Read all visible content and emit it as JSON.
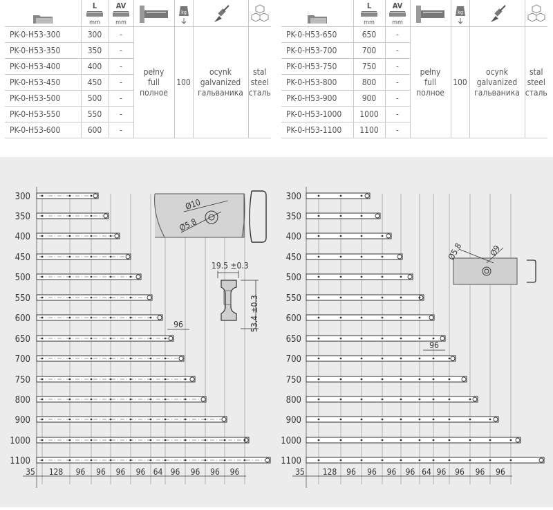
{
  "header": {
    "length_label": "L",
    "av_label": "AV",
    "mm_unit": "mm",
    "icons": [
      "folder-icon",
      "length-icon",
      "av-icon",
      "extension-icon",
      "load-kg-icon",
      "brush-icon",
      "boxes-icon"
    ],
    "kg_label": "kg"
  },
  "table_left": {
    "rows": [
      {
        "code": "PK-0-H53-300",
        "length": "300",
        "av": "-"
      },
      {
        "code": "PK-0-H53-350",
        "length": "350",
        "av": "-"
      },
      {
        "code": "PK-0-H53-400",
        "length": "400",
        "av": "-"
      },
      {
        "code": "PK-0-H53-450",
        "length": "450",
        "av": "-"
      },
      {
        "code": "PK-0-H53-500",
        "length": "500",
        "av": "-"
      },
      {
        "code": "PK-0-H53-550",
        "length": "550",
        "av": "-"
      },
      {
        "code": "PK-0-H53-600",
        "length": "600",
        "av": "-"
      }
    ],
    "extension": {
      "pl": "pełny",
      "en": "full",
      "ru": "полное"
    },
    "load": "100",
    "finish": {
      "pl": "ocynk",
      "en": "galvanized",
      "ru": "гальваника"
    },
    "material": {
      "pl": "stal",
      "en": "steel",
      "ru": "сталь"
    }
  },
  "table_right": {
    "rows": [
      {
        "code": "PK-0-H53-650",
        "length": "650",
        "av": "-"
      },
      {
        "code": "PK-0-H53-700",
        "length": "700",
        "av": "-"
      },
      {
        "code": "PK-0-H53-750",
        "length": "750",
        "av": "-"
      },
      {
        "code": "PK-0-H53-800",
        "length": "800",
        "av": "-"
      },
      {
        "code": "PK-0-H53-900",
        "length": "900",
        "av": "-"
      },
      {
        "code": "PK-0-H53-1000",
        "length": "1000",
        "av": "-"
      },
      {
        "code": "PK-0-H53-1100",
        "length": "1100",
        "av": "-"
      }
    ],
    "extension": {
      "pl": "pełny",
      "en": "full",
      "ru": "полное"
    },
    "load": "100",
    "finish": {
      "pl": "ocynk",
      "en": "galvanized",
      "ru": "гальваника"
    },
    "material": {
      "pl": "stal",
      "en": "steel",
      "ru": "сталь"
    }
  },
  "drawing": {
    "lengths": [
      "300",
      "350",
      "400",
      "450",
      "500",
      "550",
      "600",
      "650",
      "700",
      "750",
      "800",
      "900",
      "1000",
      "1100"
    ],
    "spacing_labels": [
      "35",
      "128",
      "96",
      "96",
      "96",
      "96",
      "64",
      "96",
      "96",
      "96",
      "96"
    ],
    "pitch_label": "96",
    "hole_d10": "Ø10",
    "hole_d58": "Ø5.8",
    "hole_d9": "Ø9",
    "profile_width": "19.5 ±0.3",
    "profile_height": "53.4 ±0.3"
  }
}
